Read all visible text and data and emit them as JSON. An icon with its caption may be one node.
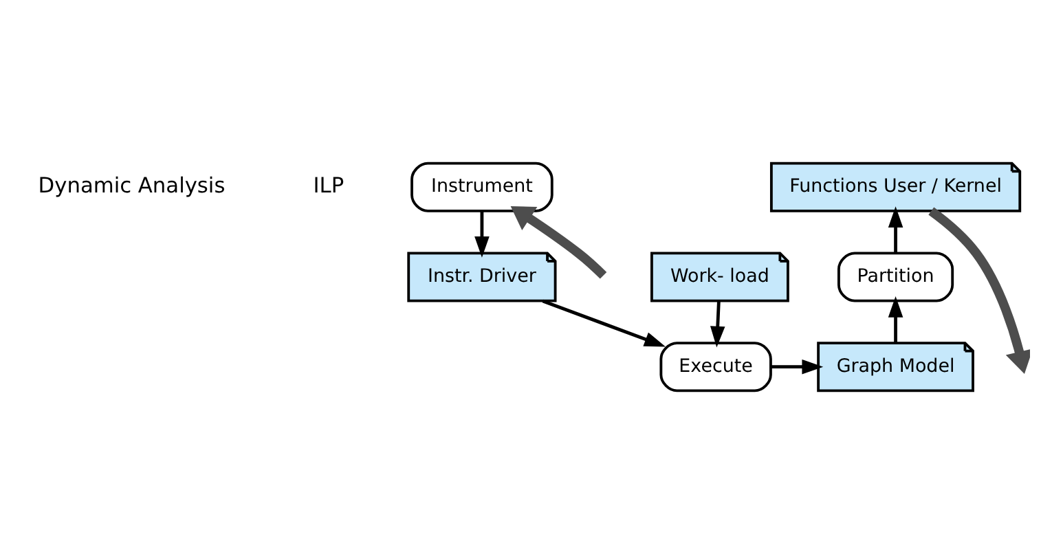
{
  "diagram": {
    "nodes": [
      {
        "text": [
          "Instrument"
        ]
      },
      {
        "text": [
          "Instr. Driver"
        ]
      },
      {
        "text": [
          "Work- load"
        ]
      },
      {
        "text": [
          "Execute"
        ]
      },
      {
        "text": [
          "Graph Model"
        ]
      },
      {
        "text": [
          "Partition"
        ]
      },
      {
        "text": [
          "Functions User / Kernel"
        ]
      }
    ],
    "edges": [
      {
        "from": null,
        "to": 0,
        "arrow": "to",
        "style": "thick",
        "color": "#4d4d4d"
      },
      {
        "from": 0,
        "to": 1,
        "arrow": "to"
      },
      {
        "from": 1,
        "to": 3,
        "arrow": "to"
      },
      {
        "from": 2,
        "to": 3,
        "arrow": "to"
      },
      {
        "from": 3,
        "to": 4,
        "arrow": "to"
      },
      {
        "from": 4,
        "to": 5,
        "arrow": "to"
      },
      {
        "from": 5,
        "to": 6,
        "arrow": "to"
      },
      {
        "from": 6,
        "to": null,
        "arrow": "to",
        "style": "thick",
        "color": "#4d4d4d"
      }
    ],
    "labels": [
      "Dynamic Analysis",
      "ILP"
    ]
  }
}
